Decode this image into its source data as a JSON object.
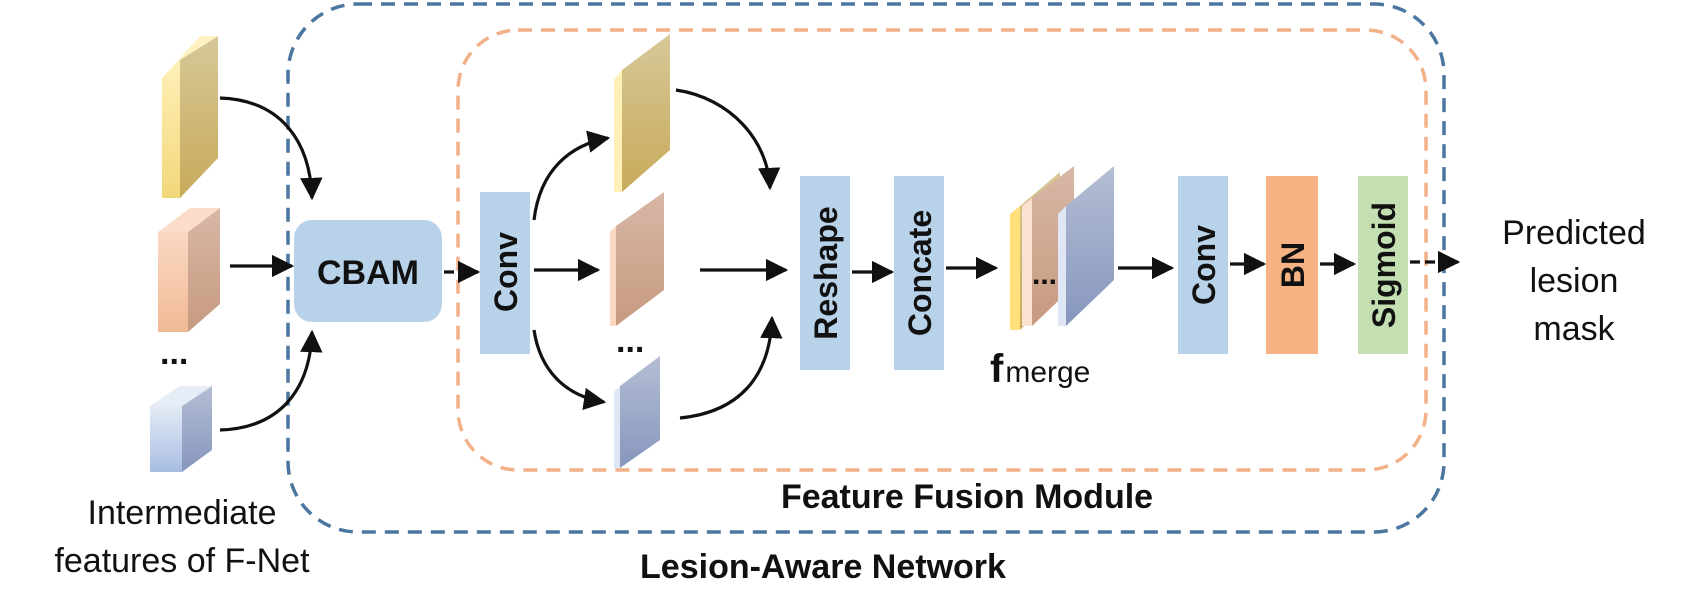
{
  "diagram": {
    "outer_module_label": "Lesion-Aware Network",
    "inner_module_label": "Feature Fusion Module",
    "input_label_line1": "Intermediate",
    "input_label_line2": "features of F-Net",
    "output_label_line1": "Predicted",
    "output_label_line2": "lesion",
    "output_label_line3": "mask",
    "blocks": {
      "cbam": "CBAM",
      "conv1": "Conv",
      "reshape": "Reshape",
      "concate": "Concate",
      "conv2": "Conv",
      "bn": "BN",
      "sigmoid": "Sigmoid"
    },
    "merge_label_main": "f",
    "merge_label_sub": "merge",
    "ellipsis": "..."
  },
  "colors": {
    "outer_dash": "#4a76a0",
    "inner_dash": "#f2b189",
    "block_blue": "#b8d2ea",
    "block_orange": "#f5b283",
    "block_green": "#c4dfb2",
    "feature_yellow": "#f0d98a",
    "feature_peach": "#f2c2a4",
    "feature_blue": "#a4b6d6"
  }
}
